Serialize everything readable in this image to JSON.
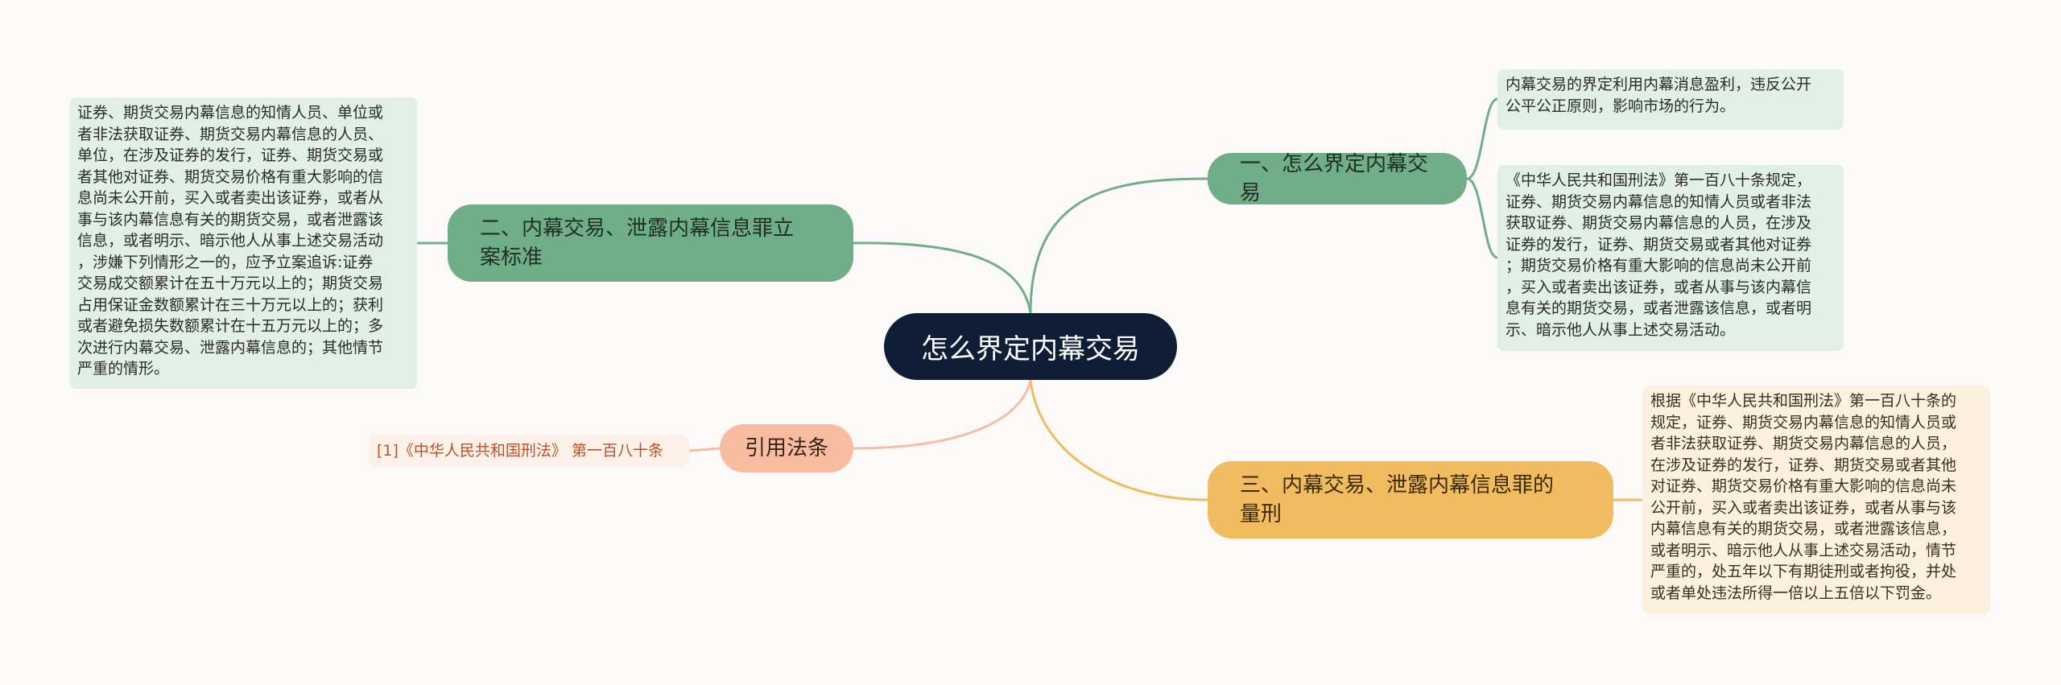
{
  "root": {
    "label": "怎么界定内幕交易"
  },
  "colors": {
    "root": "#0f1e37",
    "green": "#6fae86",
    "orange": "#f1bb5f",
    "peach": "#f8bca0",
    "leaf_green": "#e1efe6",
    "leaf_orange": "#fdf1dd",
    "leaf_peach": "#fdf1ea"
  },
  "branches": [
    {
      "label": "一、怎么界定内幕交易",
      "leaves": [
        "内幕交易的界定利用内幕消息盈利，违反公开\n公平公正原则，影响市场的行为。",
        "《中华人民共和国刑法》第一百八十条规定，\n证券、期货交易内幕信息的知情人员或者非法\n获取证券、期货交易内幕信息的人员，在涉及\n证券的发行，证券、期货交易或者其他对证券\n；期货交易价格有重大影响的信息尚未公开前\n，买入或者卖出该证券，或者从事与该内幕信\n息有关的期货交易，或者泄露该信息，或者明\n示、暗示他人从事上述交易活动。"
      ]
    },
    {
      "label": "二、内幕交易、泄露内幕信息罪立\n案标准",
      "leaves": [
        "证券、期货交易内幕信息的知情人员、单位或\n者非法获取证券、期货交易内幕信息的人员、\n单位，在涉及证券的发行，证券、期货交易或\n者其他对证券、期货交易价格有重大影响的信\n息尚未公开前，买入或者卖出该证券，或者从\n事与该内幕信息有关的期货交易，或者泄露该\n信息，或者明示、暗示他人从事上述交易活动\n，涉嫌下列情形之一的，应予立案追诉:证券\n交易成交额累计在五十万元以上的；期货交易\n占用保证金数额累计在三十万元以上的；获利\n或者避免损失数额累计在十五万元以上的；多\n次进行内幕交易、泄露内幕信息的；其他情节\n严重的情形。"
      ]
    },
    {
      "label": "三、内幕交易、泄露内幕信息罪的\n量刑",
      "leaves": [
        "根据《中华人民共和国刑法》第一百八十条的\n规定，证券、期货交易内幕信息的知情人员或\n者非法获取证券、期货交易内幕信息的人员，\n在涉及证券的发行，证券、期货交易或者其他\n对证券、期货交易价格有重大影响的信息尚未\n公开前，买入或者卖出该证券，或者从事与该\n内幕信息有关的期货交易，或者泄露该信息，\n或者明示、暗示他人从事上述交易活动，情节\n严重的，处五年以下有期徒刑或者拘役，并处\n或者单处违法所得一倍以上五倍以下罚金。"
      ]
    },
    {
      "label": "引用法条",
      "leaves": [
        "[1]《中华人民共和国刑法》 第一百八十条"
      ]
    }
  ]
}
